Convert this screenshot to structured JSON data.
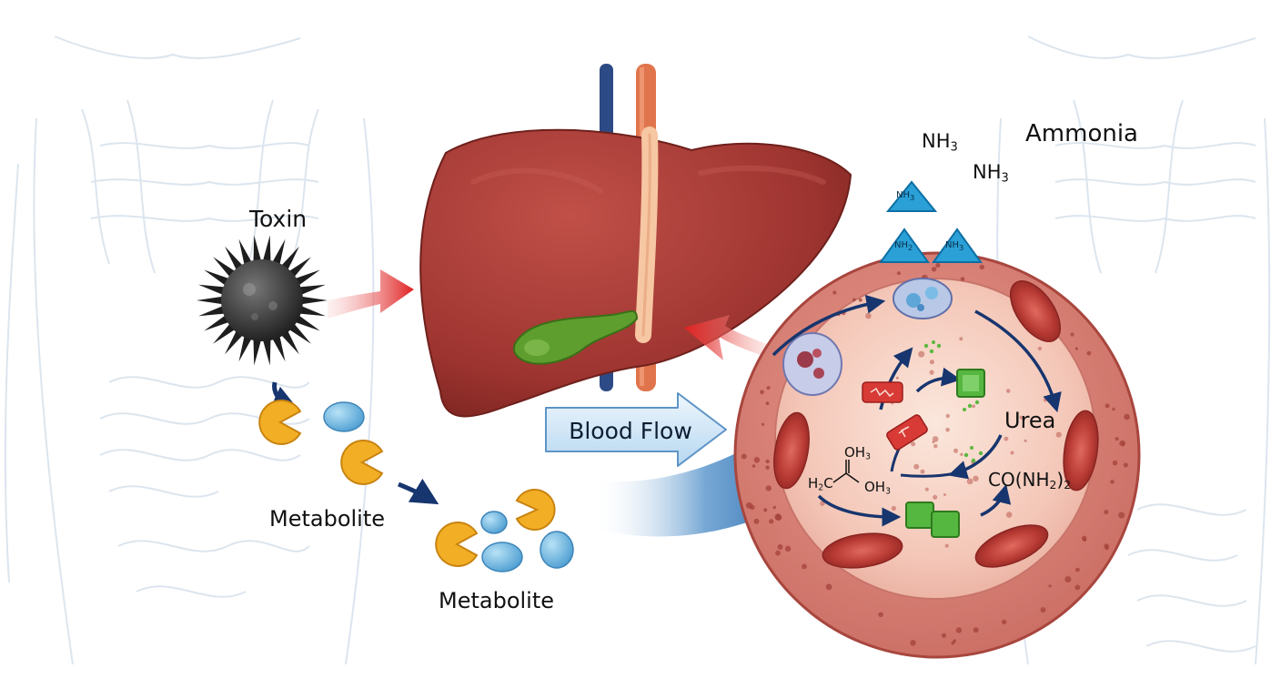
{
  "labels": {
    "toxin": "Toxin",
    "metabolite_left": "Metabolite",
    "metabolite_bottom": "Metabolite",
    "blood_flow": "Blood Flow",
    "ammonia": "Ammonia",
    "nh3_1": "NH",
    "nh3_2": "NH",
    "nh3_sub": "3",
    "urea": "Urea",
    "urea_formula_main": "CO(NH",
    "urea_formula_sub": "2",
    "urea_formula_end": ")",
    "urea_formula_tail_sub": "2"
  },
  "molecule_triangles": [
    {
      "text": "NH",
      "sub": "3"
    },
    {
      "text": "NH",
      "sub": "2"
    },
    {
      "text": "NH",
      "sub": "3"
    }
  ],
  "acetone_structure": {
    "top": "OH",
    "top_sub": "3",
    "left": "H",
    "left_sub": "2",
    "left_end": "C",
    "right": "OH",
    "right_sub": "3"
  },
  "colors": {
    "liver": "#9e3430",
    "liver_shadow": "#7a2420",
    "vein_blue": "#2c4a86",
    "artery_orange": "#e0754d",
    "gallbladder": "#5e9e2e",
    "toxin": "#2d2d2d",
    "metabolite_yellow": "#f2ae24",
    "metabolite_blue": "#6ab6e0",
    "cell_outer": "#d97a70",
    "cell_inner": "#f3c2b5",
    "arrow_red": "#dd2020",
    "arrow_blue": "#4a8bc6",
    "cycle_arrow": "#17356e",
    "green_square": "#55b640",
    "nh3_triangle": "#2aa0d6"
  }
}
